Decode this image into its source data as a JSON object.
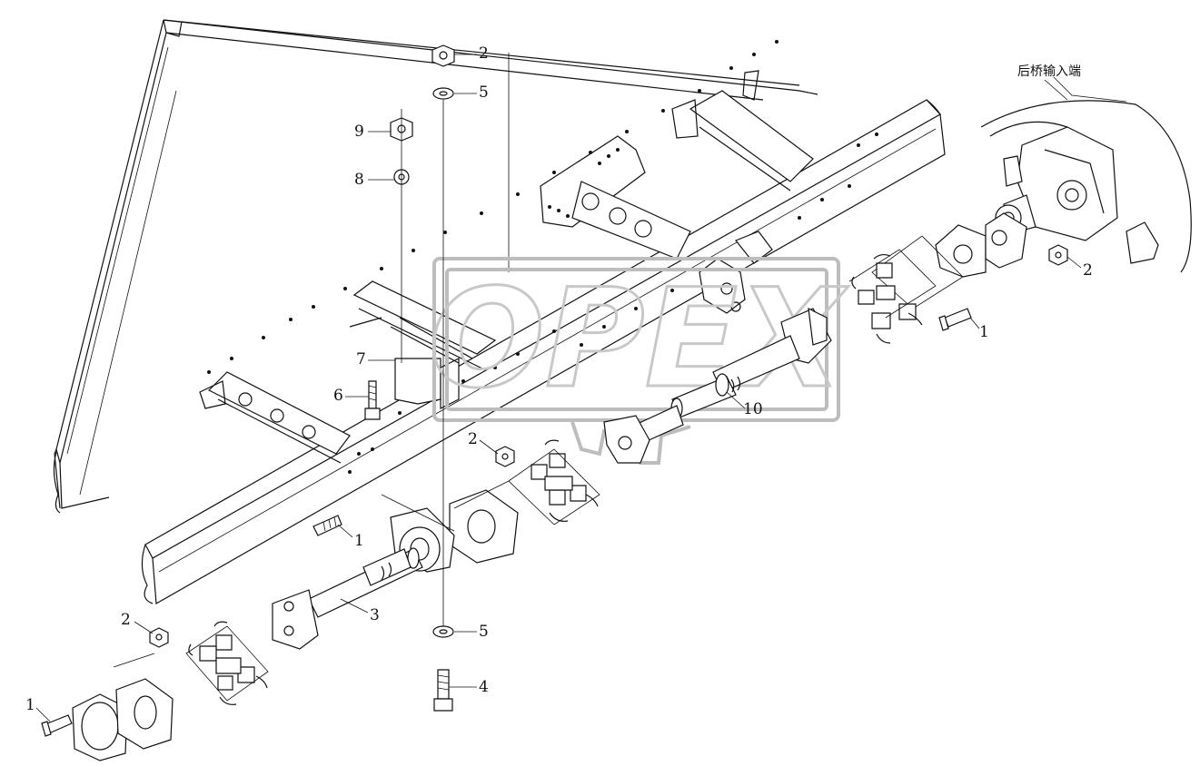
{
  "diagram": {
    "annotation_cn": "后桥输入端",
    "watermark": "OPEX",
    "callouts": [
      {
        "id": "c-top-2",
        "label": "2"
      },
      {
        "id": "c-top-5",
        "label": "5"
      },
      {
        "id": "c-9",
        "label": "9"
      },
      {
        "id": "c-8",
        "label": "8"
      },
      {
        "id": "c-7",
        "label": "7"
      },
      {
        "id": "c-6",
        "label": "6"
      },
      {
        "id": "c-right-2",
        "label": "2"
      },
      {
        "id": "c-right-1",
        "label": "1"
      },
      {
        "id": "c-10",
        "label": "10"
      },
      {
        "id": "c-mid-2",
        "label": "2"
      },
      {
        "id": "c-mid-1",
        "label": "1"
      },
      {
        "id": "c-3",
        "label": "3"
      },
      {
        "id": "c-left-2",
        "label": "2"
      },
      {
        "id": "c-bot-5",
        "label": "5"
      },
      {
        "id": "c-4",
        "label": "4"
      },
      {
        "id": "c-left-1",
        "label": "1"
      }
    ]
  }
}
